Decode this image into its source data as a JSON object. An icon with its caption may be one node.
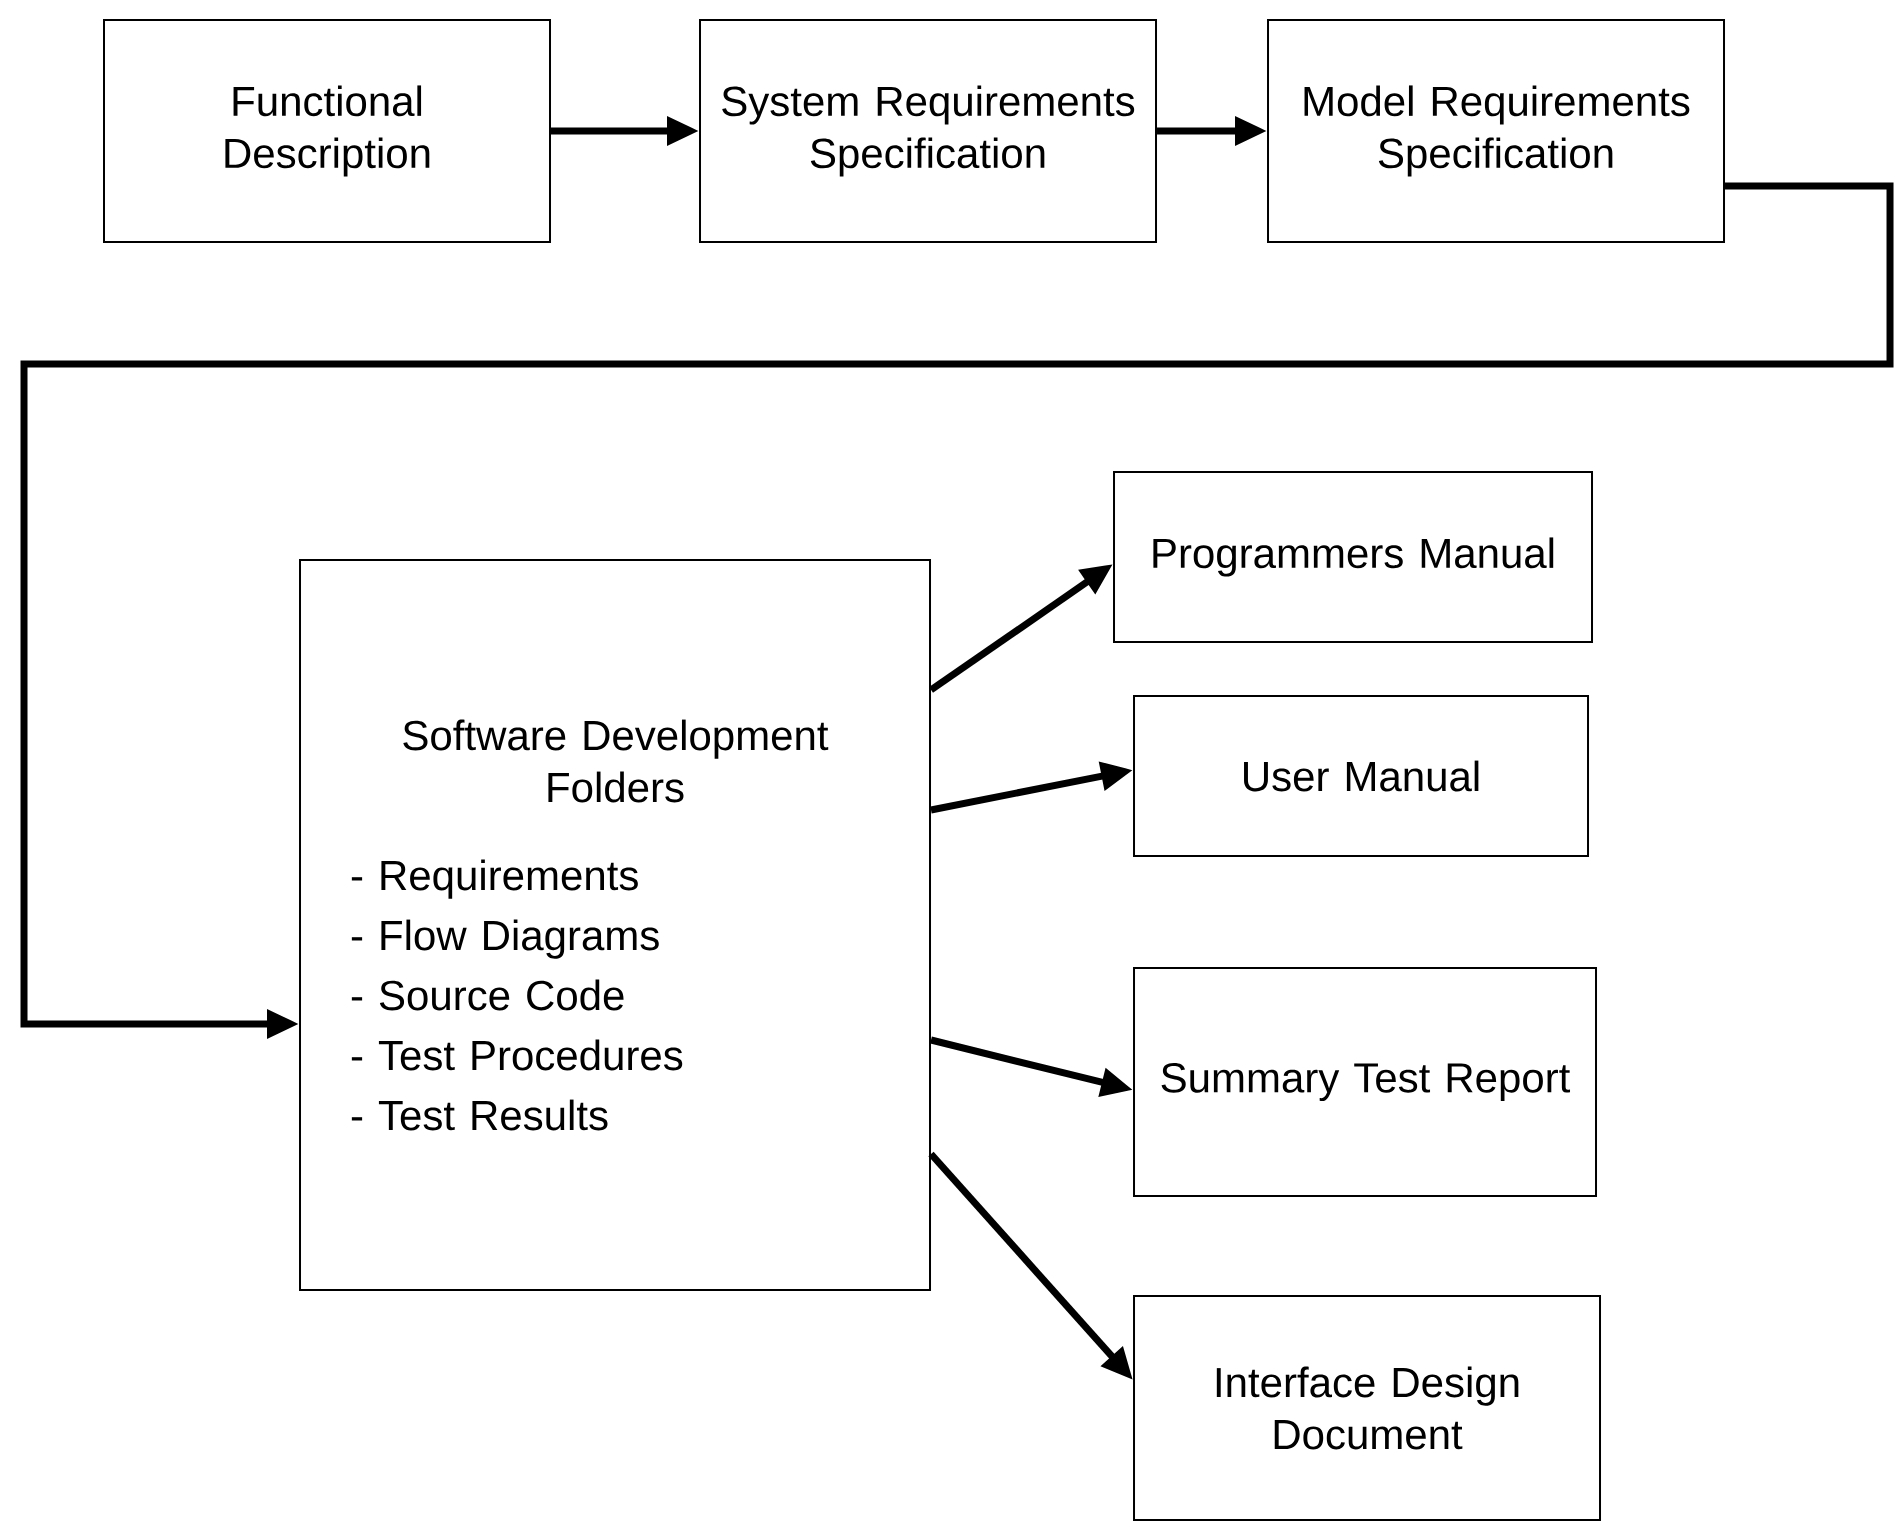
{
  "diagram": {
    "nodes": [
      {
        "text": [
          "Functional Description"
        ]
      },
      {
        "text": [
          "System Requirements Specification"
        ]
      },
      {
        "text": [
          "Model Requirements Specification"
        ]
      },
      {
        "text": [
          "Software Development Folders",
          "- Requirements",
          "- Flow Diagrams",
          "- Source Code",
          "- Test Procedures",
          "- Test Results"
        ]
      },
      {
        "text": [
          "Programmers Manual"
        ]
      },
      {
        "text": [
          "User Manual"
        ]
      },
      {
        "text": [
          "Summary Test Report"
        ]
      },
      {
        "text": [
          "Interface Design Document"
        ]
      }
    ],
    "edges": [
      {
        "from": 0,
        "to": 1,
        "arrow": "to"
      },
      {
        "from": 1,
        "to": 2,
        "arrow": "to"
      },
      {
        "from": 2,
        "to": 3,
        "arrow": "to"
      },
      {
        "from": 3,
        "to": 4,
        "arrow": "to"
      },
      {
        "from": 3,
        "to": 5,
        "arrow": "to"
      },
      {
        "from": 3,
        "to": 6,
        "arrow": "to"
      },
      {
        "from": 3,
        "to": 7,
        "arrow": "to"
      }
    ]
  }
}
